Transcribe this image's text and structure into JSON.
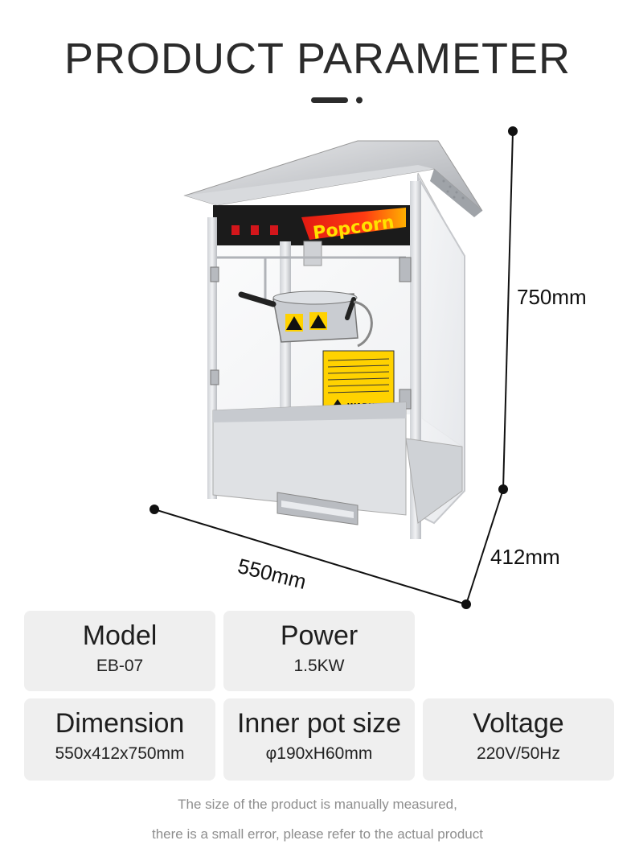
{
  "title": "PRODUCT PARAMETER",
  "dimensions": {
    "height": "750mm",
    "depth": "412mm",
    "width": "550mm"
  },
  "machine": {
    "banner_text": "Popcorn",
    "warning_text": "WARNING"
  },
  "specs": [
    {
      "label": "Model",
      "value": "EB-07"
    },
    {
      "label": "Power",
      "value": "1.5KW"
    },
    {
      "label": "Dimension",
      "value": "550x412x750mm"
    },
    {
      "label": "Inner pot size",
      "value": "φ190xH60mm"
    },
    {
      "label": "Voltage",
      "value": "220V/50Hz"
    }
  ],
  "notes": [
    "The size of the product is manually measured,",
    "there is a small error, please refer to the actual product"
  ]
}
